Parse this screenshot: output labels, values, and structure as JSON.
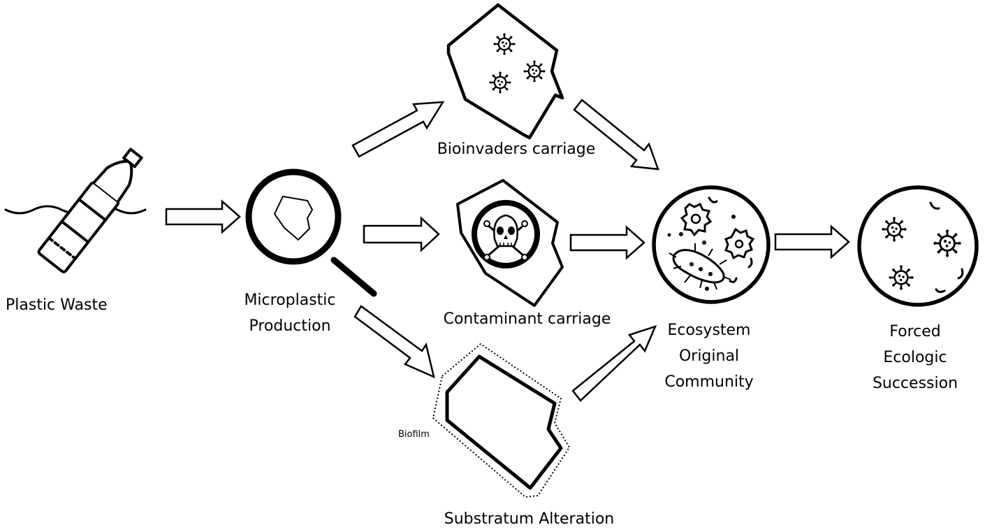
{
  "nodes": {
    "plastic_waste": {
      "label": "Plastic Waste",
      "icon": "plastic-bottle-in-water-icon"
    },
    "microplastic_production": {
      "lines": [
        "Microplastic",
        "Production"
      ],
      "icon": "magnifying-glass-icon"
    },
    "bioinvaders_carriage": {
      "label": "Bioinvaders carriage",
      "icon": "microbe-fragment-icon"
    },
    "contaminant_carriage": {
      "label": "Contaminant carriage",
      "icon": "skull-crossbones-icon"
    },
    "substratum_alteration": {
      "label": "Substratum Alteration",
      "icon": "fragment-with-biofilm-icon",
      "biofilm_label": "Biofilm"
    },
    "ecosystem_original_community": {
      "lines": [
        "Ecosystem",
        "Original",
        "Community"
      ],
      "icon": "mixed-microbes-circle-icon"
    },
    "forced_ecologic_succession": {
      "lines": [
        "Forced",
        "Ecologic",
        "Succession"
      ],
      "icon": "virus-circle-icon"
    }
  },
  "colors": {
    "stroke": "#000000",
    "fill": "#ffffff"
  }
}
